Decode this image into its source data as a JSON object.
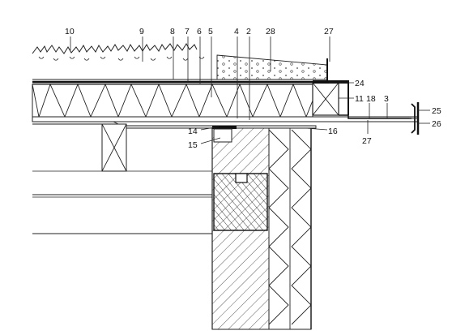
{
  "labels": {
    "l10": "10",
    "l9": "9",
    "l8": "8",
    "l7": "7",
    "l6": "6",
    "l5": "5",
    "l4": "4",
    "l2": "2",
    "l28": "28",
    "l27a": "27",
    "l24": "24",
    "l11": "11",
    "l18": "18",
    "l3": "3",
    "l25": "25",
    "l26": "26",
    "l14": "14",
    "l15": "15",
    "l16": "16",
    "l27b": "27"
  }
}
